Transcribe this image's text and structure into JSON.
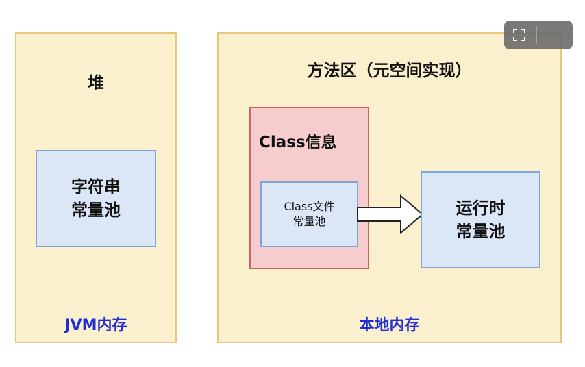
{
  "heap": {
    "title": "堆",
    "string_pool": "字符串\n常量池",
    "footer": "JVM内存"
  },
  "method_area": {
    "title": "方法区（元空间实现）",
    "class_info": {
      "title": "Class信息",
      "class_file_pool": "Class文件\n常量池"
    },
    "runtime_pool": "运行时\n常量池",
    "footer": "本地内存"
  },
  "toolbar": {
    "expand_icon": "expand-icon"
  },
  "colors": {
    "panel_fill": "#fbf0ce",
    "panel_border": "#e8c77a",
    "blue_fill": "#dbe7f7",
    "blue_border": "#7ea6d8",
    "red_fill": "#f6cdcc",
    "red_border": "#c96464",
    "footer_text": "#1f2ed6"
  }
}
